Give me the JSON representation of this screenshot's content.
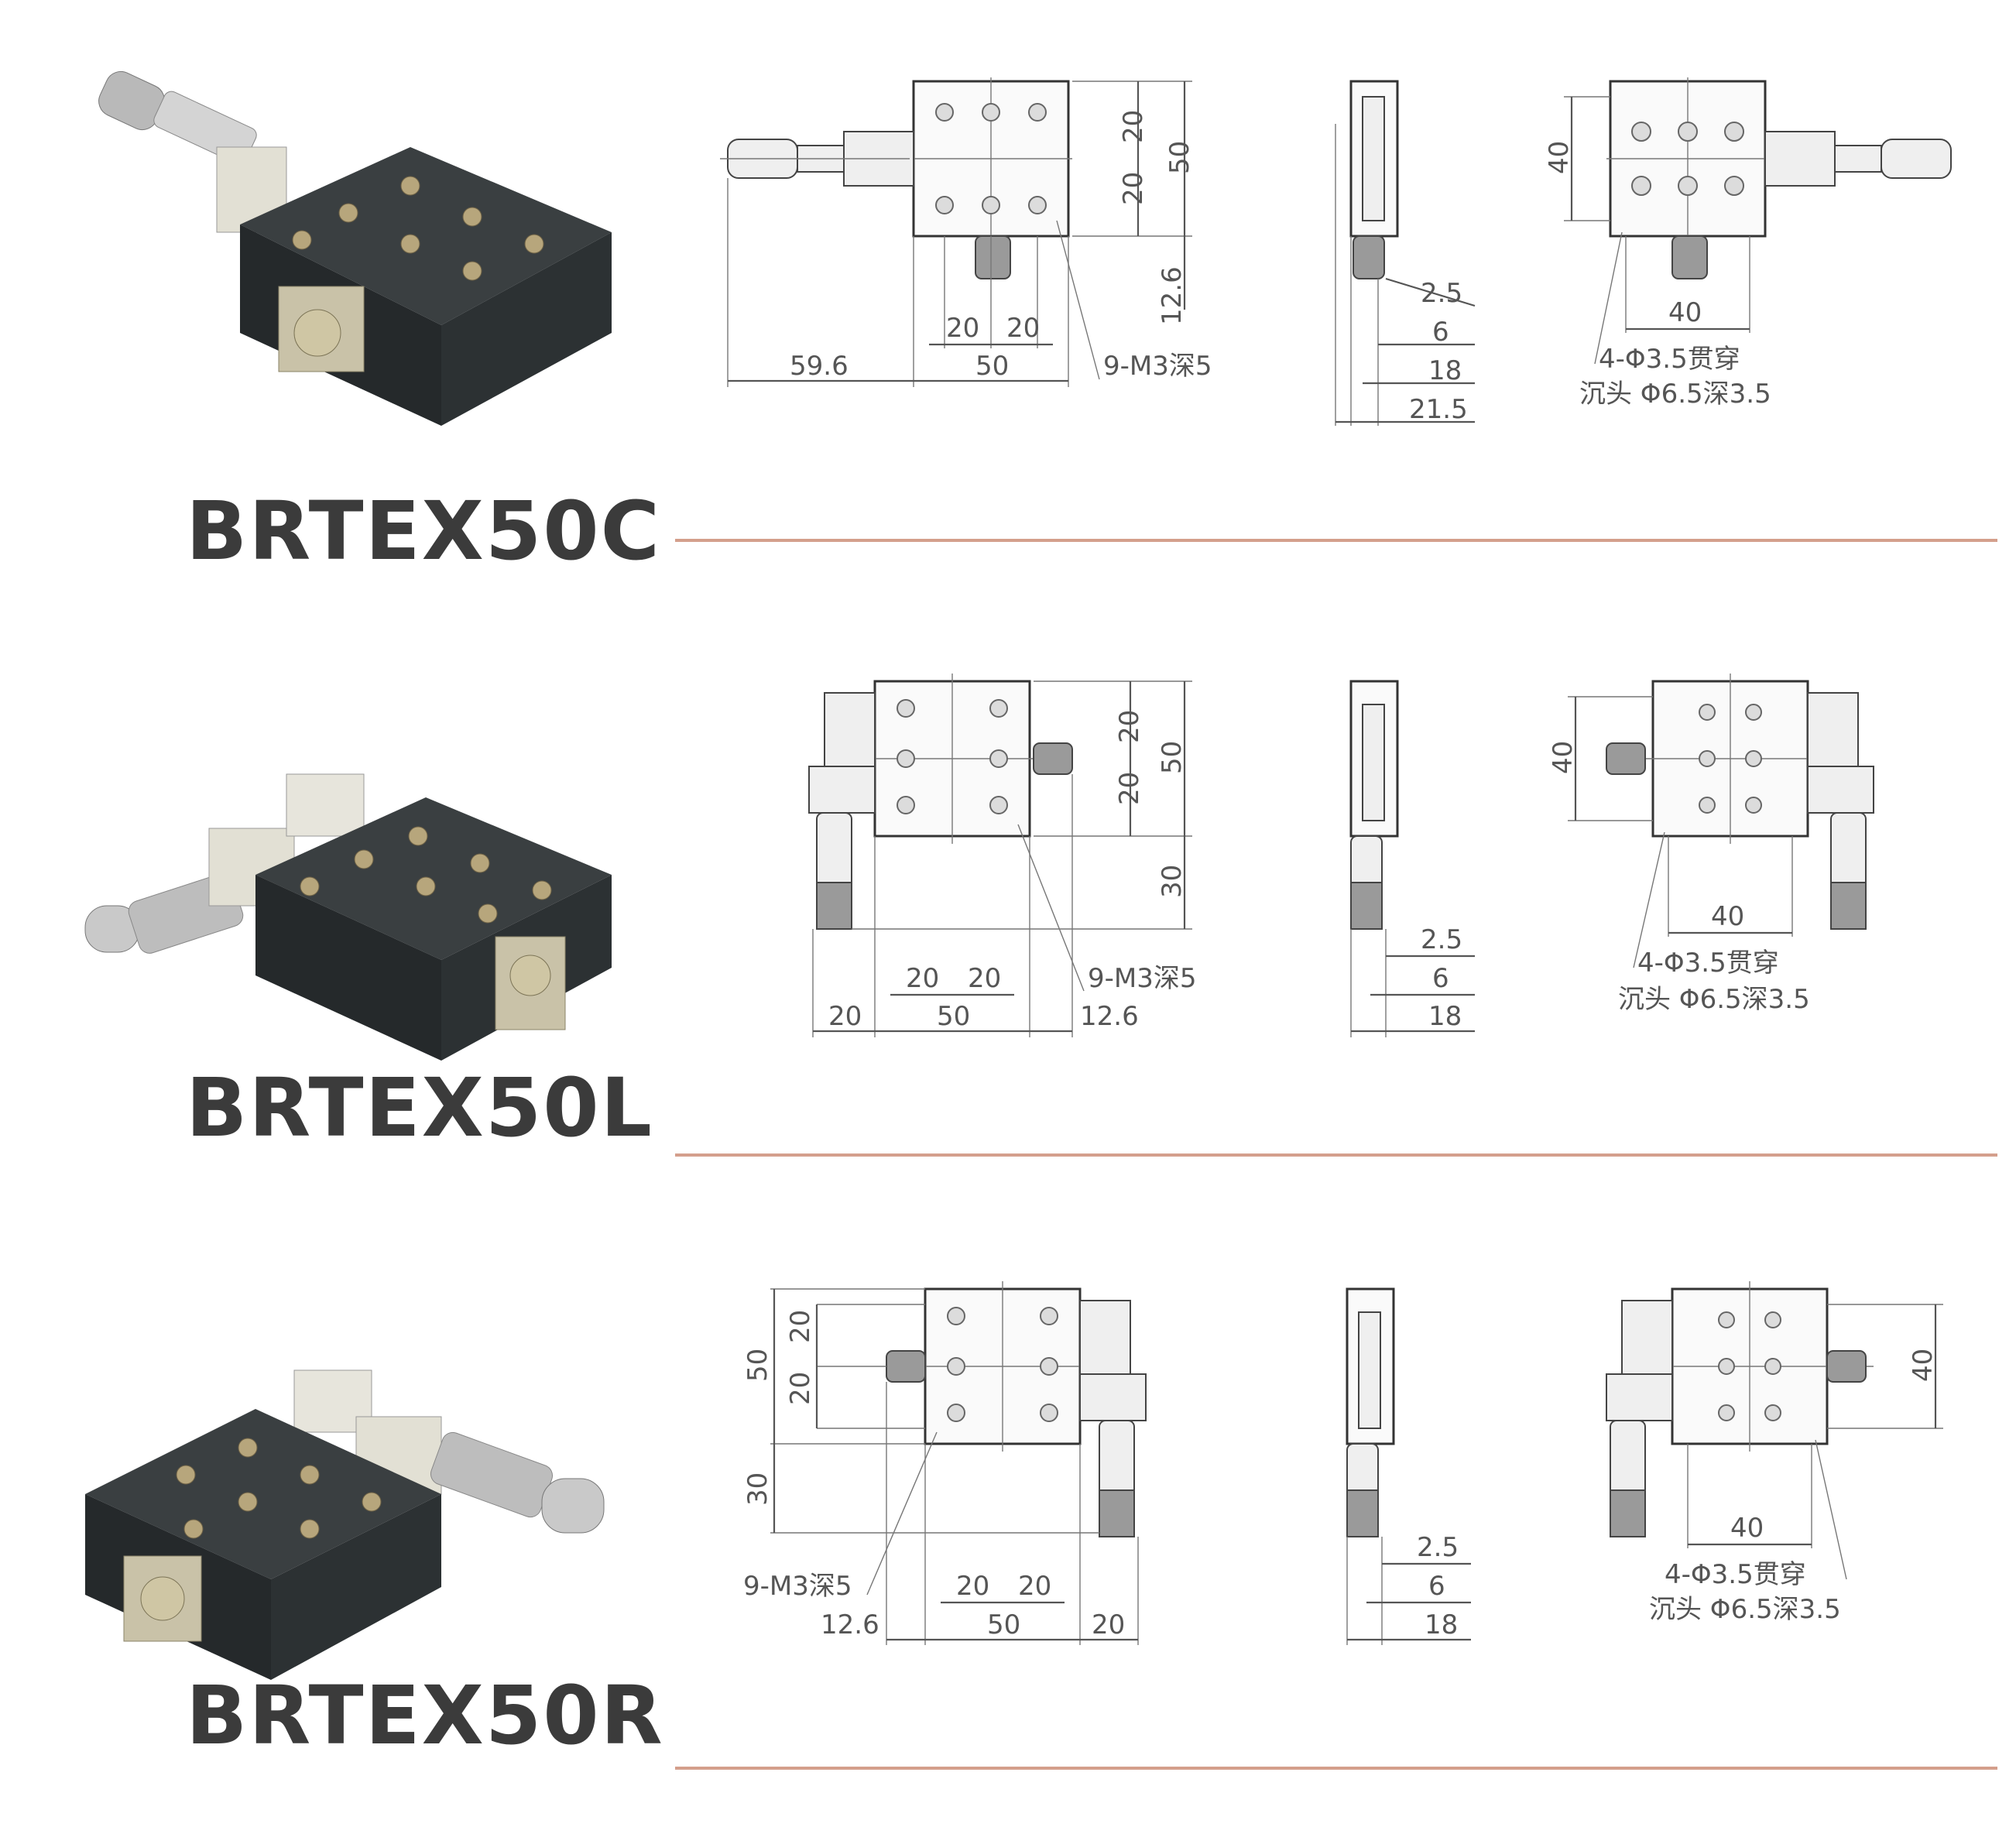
{
  "products": [
    {
      "id": "c",
      "model": "BRTEX50C",
      "top": {
        "w": "50",
        "h": "50",
        "pitch_x": [
          "20",
          "20"
        ],
        "pitch_y": [
          "20",
          "20"
        ],
        "micrometer": "59.6",
        "clamp": "12.6",
        "thread": "9-M3深5"
      },
      "side": [
        "2.5",
        "6",
        "18",
        "21.5"
      ],
      "bottom": {
        "h": "40",
        "w": "40",
        "through": "4-Φ3.5贯穿",
        "counterbore": "沉头 Φ6.5深3.5"
      }
    },
    {
      "id": "l",
      "model": "BRTEX50L",
      "top": {
        "w": "50",
        "h": "50",
        "pitch_x": [
          "20",
          "20"
        ],
        "pitch_y": [
          "20",
          "20"
        ],
        "micrometer": "30",
        "left": "20",
        "clamp": "12.6",
        "thread": "9-M3深5"
      },
      "side": [
        "2.5",
        "6",
        "18"
      ],
      "bottom": {
        "h": "40",
        "w": "40",
        "through": "4-Φ3.5贯穿",
        "counterbore": "沉头 Φ6.5深3.5"
      }
    },
    {
      "id": "r",
      "model": "BRTEX50R",
      "top": {
        "w": "50",
        "h": "50",
        "pitch_x": [
          "20",
          "20"
        ],
        "pitch_y": [
          "20",
          "20"
        ],
        "micrometer": "30",
        "right": "20",
        "clamp": "12.6",
        "thread": "9-M3深5"
      },
      "side": [
        "2.5",
        "6",
        "18"
      ],
      "bottom": {
        "h": "40",
        "w": "40",
        "through": "4-Φ3.5贯穿",
        "counterbore": "沉头 Φ6.5深3.5"
      }
    }
  ],
  "colors": {
    "divider": "#d49f8c",
    "model_text": "#3b3b3b",
    "stage": "#2f3436",
    "dimension": "#555555"
  },
  "icons": [
    "xy-stage-photo",
    "micrometer-icon"
  ]
}
